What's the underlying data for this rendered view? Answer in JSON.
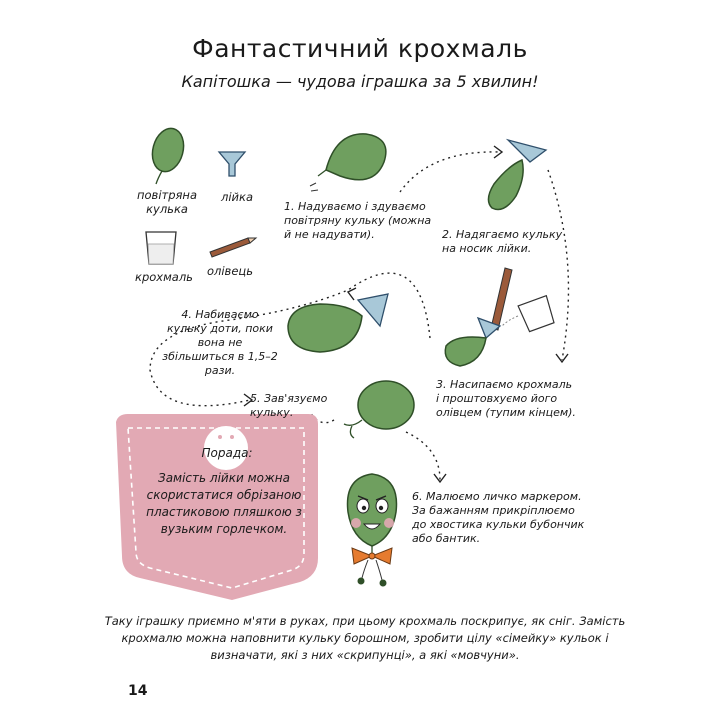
{
  "page": {
    "title": "Фантастичний крохмаль",
    "subtitle": "Капітошка — чудова іграшка за 5 хвилин!",
    "page_number": "14"
  },
  "materials": [
    {
      "label": "повітряна кулька",
      "icon": "balloon-icon"
    },
    {
      "label": "лійка",
      "icon": "funnel-icon"
    },
    {
      "label": "крохмаль",
      "icon": "glass-icon"
    },
    {
      "label": "олівець",
      "icon": "pencil-icon"
    }
  ],
  "steps": [
    "1. Надуваємо і здуваємо повітряну кульку (можна й не надувати).",
    "2. Надягаємо кульку на носик лійки.",
    "3. Насипаємо крохмаль і проштовхуємо його олівцем (тупим кінцем).",
    "4. Набиваємо кульку доти, поки вона не збільшиться в 1,5–2 рази.",
    "5. Зав'язуємо кульку.",
    "6. Малюємо личко маркером. За бажанням прикріплюємо до хвостика кульки бубончик або бантик."
  ],
  "tip": {
    "label": "Порада:",
    "text": "Замість лійки можна скористатися обрізаною пластиковою пляшкою з вузьким горлечком."
  },
  "footer": "Таку іграшку приємно м'яти в руках, при цьому крохмаль поскрипує, як сніг. Замість крохмалю можна наповнити кульку борошном, зробити цілу «сімейку» кульок і визначати, які з них «скрипунці», а які «мовчуни».",
  "colors": {
    "balloon_green": "#6f9f5f",
    "balloon_stroke": "#2f4f28",
    "funnel_blue": "#a8c8d8",
    "pocket_pink": "#e2a9b4",
    "pencil_brown": "#9b5a3a",
    "bow_orange": "#e67b2f"
  }
}
